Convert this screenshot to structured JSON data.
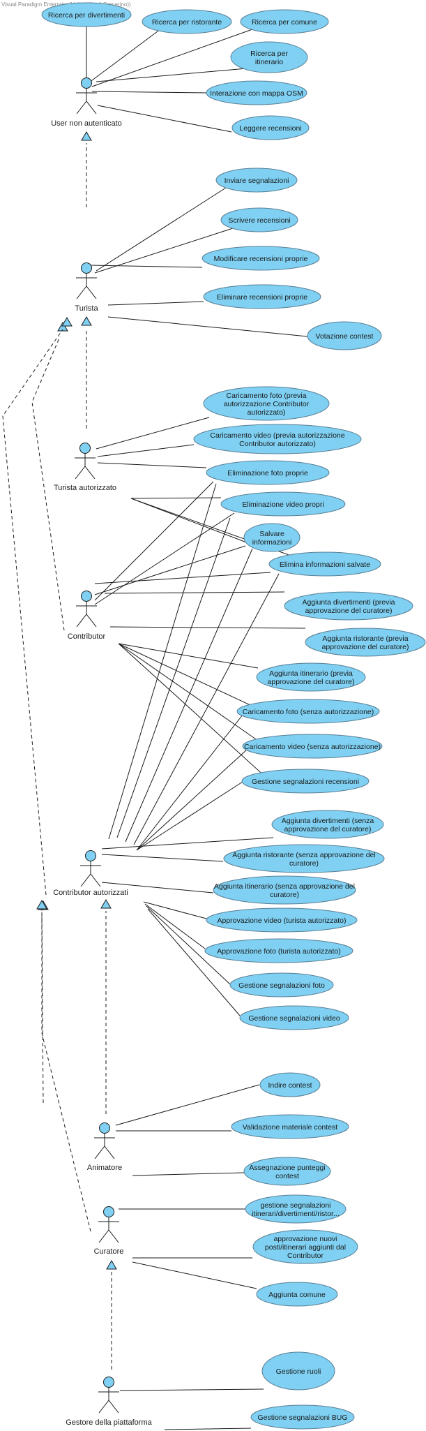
{
  "watermark": "Visual Paradigm Enterprise(Universita di Camerino))",
  "actors": [
    {
      "id": "guest",
      "name": "User non autenticato"
    },
    {
      "id": "turista",
      "name": "Turista"
    },
    {
      "id": "turauth",
      "name": "Turista autorizzato"
    },
    {
      "id": "contrib",
      "name": "Contributor"
    },
    {
      "id": "contauth",
      "name": "Contributor autorizzati"
    },
    {
      "id": "animatore",
      "name": "Animatore"
    },
    {
      "id": "curatore",
      "name": "Curatore"
    },
    {
      "id": "gestore",
      "name": "Gestore della piattaforma"
    }
  ],
  "use_cases": [
    {
      "id": "uc1",
      "lines": [
        "Ricerca per divertimenti"
      ]
    },
    {
      "id": "uc2",
      "lines": [
        "Ricerca per ristorante"
      ]
    },
    {
      "id": "uc3",
      "lines": [
        "Ricerca per comune"
      ]
    },
    {
      "id": "uc4",
      "lines": [
        "Ricerca per",
        "itinerario"
      ]
    },
    {
      "id": "uc5",
      "lines": [
        "Interazione con mappa OSM"
      ]
    },
    {
      "id": "uc6",
      "lines": [
        "Leggere recensioni"
      ]
    },
    {
      "id": "uc7",
      "lines": [
        "Inviare segnalazioni"
      ]
    },
    {
      "id": "uc8",
      "lines": [
        "Scrivere recensioni"
      ]
    },
    {
      "id": "uc9",
      "lines": [
        "Modificare recensioni proprie"
      ]
    },
    {
      "id": "uc10",
      "lines": [
        "Eliminare recensioni proprie"
      ]
    },
    {
      "id": "uc11",
      "lines": [
        "Votazione contest"
      ]
    },
    {
      "id": "uc12",
      "lines": [
        "Caricamento foto (previa",
        "autorizzazione Contributor",
        "autorizzato)"
      ]
    },
    {
      "id": "uc13",
      "lines": [
        "Caricamento video (previa autorizzazione",
        "Contributor autorizzato)"
      ]
    },
    {
      "id": "uc14",
      "lines": [
        "Eliminazione foto proprie"
      ]
    },
    {
      "id": "uc15",
      "lines": [
        "Eliminazione video propri"
      ]
    },
    {
      "id": "uc16",
      "lines": [
        "Salvare",
        "informazioni"
      ]
    },
    {
      "id": "uc17",
      "lines": [
        "Elimina informazioni salvate"
      ]
    },
    {
      "id": "uc18",
      "lines": [
        "Aggiunta divertimenti (previa",
        "approvazione del curatore)"
      ]
    },
    {
      "id": "uc19",
      "lines": [
        "Aggiunta ristorante (previa",
        "approvazione del curatore)"
      ]
    },
    {
      "id": "uc20",
      "lines": [
        "Aggiunta itinerario (previa",
        "approvazione del curatore)"
      ]
    },
    {
      "id": "uc21",
      "lines": [
        "Caricamento foto (senza autorizzazione)"
      ]
    },
    {
      "id": "uc22",
      "lines": [
        "Caricamento video (senza autorizzazione)"
      ]
    },
    {
      "id": "uc23",
      "lines": [
        "Gestione segnalazioni recensioni"
      ]
    },
    {
      "id": "uc24",
      "lines": [
        "Aggiunta divertimenti (senza",
        "approvazione del curatore)"
      ]
    },
    {
      "id": "uc25",
      "lines": [
        "Aggiunta ristorante (senza approvazione del",
        "curatore)"
      ]
    },
    {
      "id": "uc26",
      "lines": [
        "Aggiunta itinerario (senza approvazione del",
        "curatore)"
      ]
    },
    {
      "id": "uc27",
      "lines": [
        "Approvazione video (turista autorizzato)"
      ]
    },
    {
      "id": "uc28",
      "lines": [
        "Approvazione foto (turista autorizzato)"
      ]
    },
    {
      "id": "uc29",
      "lines": [
        "Gestione segnalazioni foto"
      ]
    },
    {
      "id": "uc30",
      "lines": [
        "Gestione segnalazioni video"
      ]
    },
    {
      "id": "uc31",
      "lines": [
        "Indire contest"
      ]
    },
    {
      "id": "uc32",
      "lines": [
        "Validazione materiale contest"
      ]
    },
    {
      "id": "uc33",
      "lines": [
        "Assegnazione punteggi",
        "contest"
      ]
    },
    {
      "id": "uc34",
      "lines": [
        "gestione segnalazioni",
        "itinerari/divertimenti/ristor..."
      ]
    },
    {
      "id": "uc35",
      "lines": [
        "approvazione nuovi",
        "posti/itinerari aggiunti dal",
        "Contributor"
      ]
    },
    {
      "id": "uc36",
      "lines": [
        "Aggiunta comune"
      ]
    },
    {
      "id": "uc37",
      "lines": [
        "Gestione ruoli"
      ]
    },
    {
      "id": "uc38",
      "lines": [
        "Gestione segnalazioni BUG"
      ]
    }
  ]
}
